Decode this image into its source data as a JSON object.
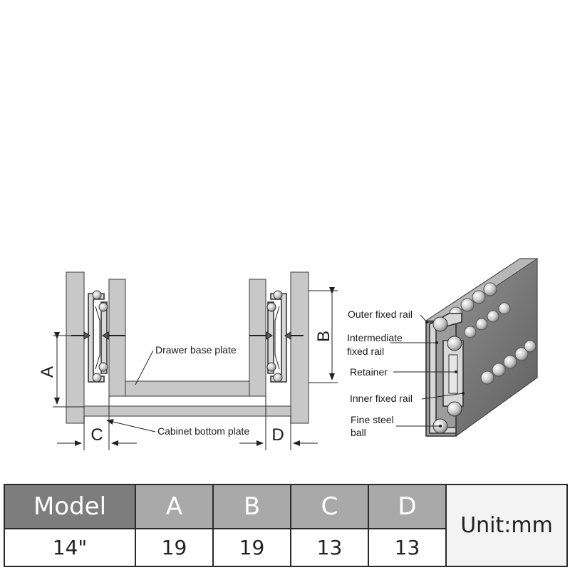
{
  "diagram": {
    "labels": {
      "drawer_base_plate": "Drawer base plate",
      "cabinet_bottom_plate": "Cabinet bottom plate",
      "outer_fixed_rail": "Outer fixed rail",
      "intermediate_line1": "Intermediate",
      "intermediate_line2": "fixed rail",
      "retainer": "Retainer",
      "inner_fixed_rail": "Inner fixed rail",
      "fine_steel_line1": "Fine steel",
      "fine_steel_line2": "ball"
    },
    "dimensions": {
      "a": "A",
      "b": "B",
      "c": "C",
      "d": "D"
    }
  },
  "table": {
    "headers": [
      "Model",
      "A",
      "B",
      "C",
      "D"
    ],
    "row": [
      "14\"",
      "19",
      "19",
      "13",
      "13"
    ],
    "unit": "Unit:mm"
  },
  "colors": {
    "header_dark": "#7d7d7d",
    "header_light": "#a9a9a9"
  }
}
